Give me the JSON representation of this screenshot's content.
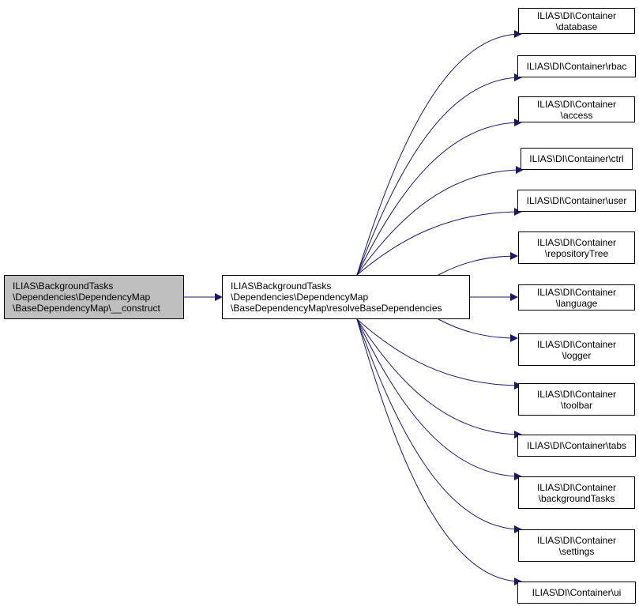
{
  "colors": {
    "edge": "#191970",
    "node_border": "#000000",
    "current_node_fill": "#bfbfbf"
  },
  "source_node": {
    "lines": [
      "ILIAS\\BackgroundTasks",
      "\\Dependencies\\DependencyMap",
      "\\BaseDependencyMap\\__construct"
    ]
  },
  "middle_node": {
    "lines": [
      "ILIAS\\BackgroundTasks",
      "\\Dependencies\\DependencyMap",
      "\\BaseDependencyMap\\resolveBaseDependencies"
    ]
  },
  "targets": [
    {
      "lines": [
        "ILIAS\\DI\\Container",
        "\\database"
      ]
    },
    {
      "lines": [
        "ILIAS\\DI\\Container\\rbac"
      ]
    },
    {
      "lines": [
        "ILIAS\\DI\\Container",
        "\\access"
      ]
    },
    {
      "lines": [
        "ILIAS\\DI\\Container\\ctrl"
      ]
    },
    {
      "lines": [
        "ILIAS\\DI\\Container\\user"
      ]
    },
    {
      "lines": [
        "ILIAS\\DI\\Container",
        "\\repositoryTree"
      ]
    },
    {
      "lines": [
        "ILIAS\\DI\\Container",
        "\\language"
      ]
    },
    {
      "lines": [
        "ILIAS\\DI\\Container",
        "\\logger"
      ]
    },
    {
      "lines": [
        "ILIAS\\DI\\Container",
        "\\toolbar"
      ]
    },
    {
      "lines": [
        "ILIAS\\DI\\Container\\tabs"
      ]
    },
    {
      "lines": [
        "ILIAS\\DI\\Container",
        "\\backgroundTasks"
      ]
    },
    {
      "lines": [
        "ILIAS\\DI\\Container",
        "\\settings"
      ]
    },
    {
      "lines": [
        "ILIAS\\DI\\Container\\ui"
      ]
    }
  ]
}
